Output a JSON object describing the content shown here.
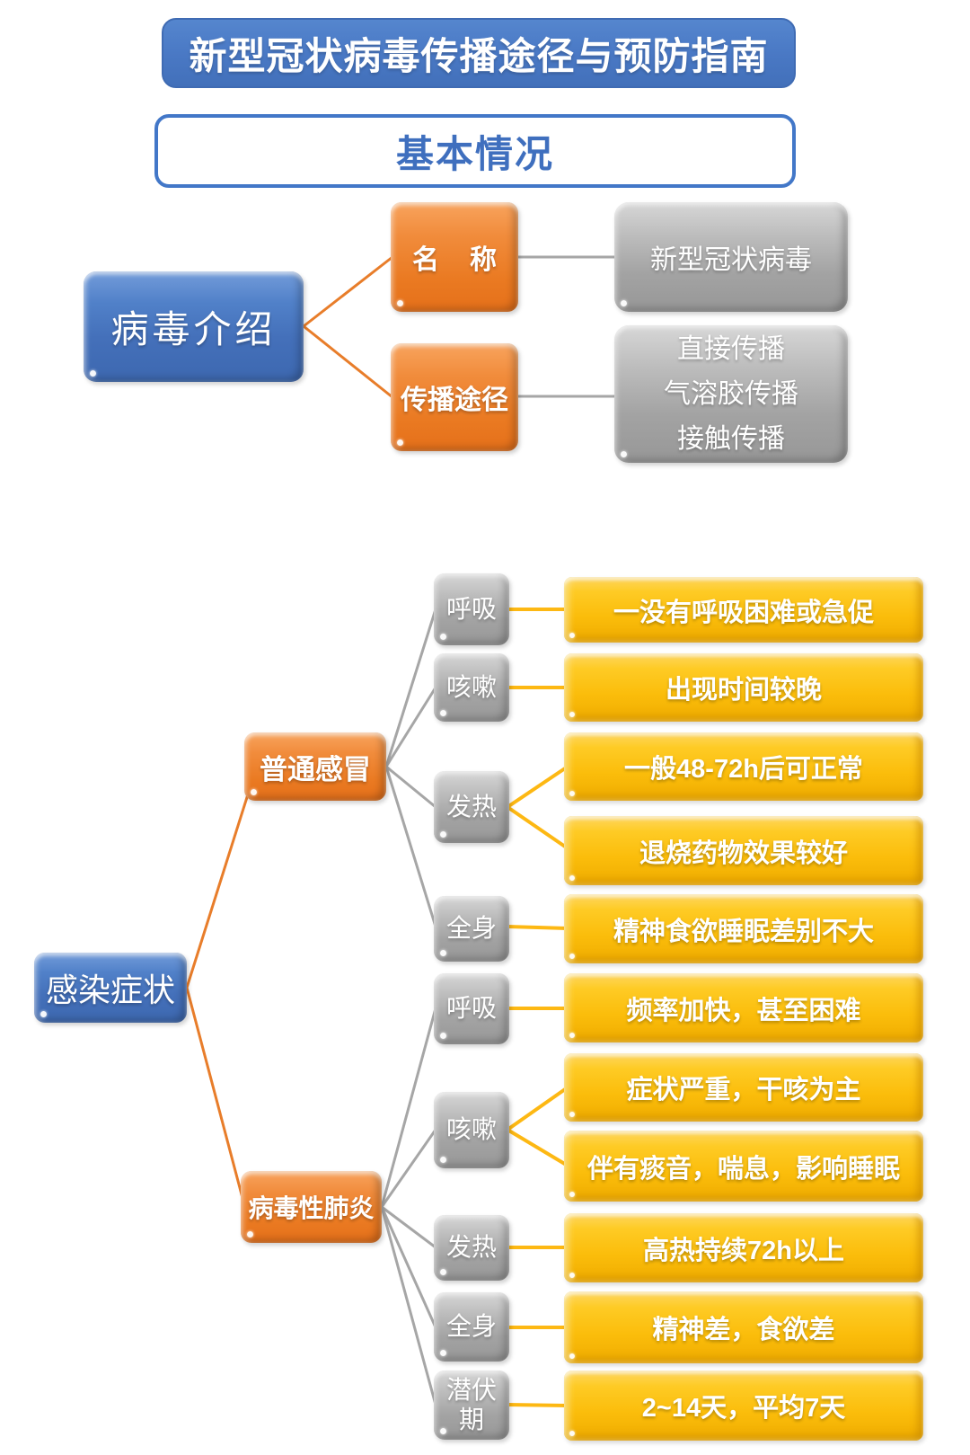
{
  "header": {
    "title": "新型冠状病毒传播途径与预防指南"
  },
  "section": {
    "label": "基本情况"
  },
  "palette": {
    "blue": "#4470ba",
    "orange": "#ed7d31",
    "gray": "#a6a6a6",
    "yellow": "#fdc00d",
    "connector_orange": "#e87d2a",
    "connector_gray": "#a6a6a6",
    "connector_yellow": "#fdb813",
    "section_border_blue": "#4277c8",
    "section_text_blue": "#3f6fbe"
  },
  "basic_info": {
    "root_label": "病毒介绍",
    "branches": [
      {
        "label_left": "名",
        "label_right": "称",
        "leaf_lines": [
          "新型冠状病毒"
        ]
      },
      {
        "label": "传播途径",
        "leaf_lines": [
          "直接传播",
          "气溶胶传播",
          "接触传播"
        ]
      }
    ]
  },
  "symptoms": {
    "root_label": "感染症状",
    "groups": [
      {
        "label": "普通感冒",
        "items": [
          {
            "category": "呼吸",
            "details": [
              "一没有呼吸困难或急促"
            ]
          },
          {
            "category": "咳嗽",
            "details": [
              "出现时间较晚"
            ]
          },
          {
            "category": "发热",
            "details": [
              "一般48-72h后可正常",
              "退烧药物效果较好"
            ]
          },
          {
            "category": "全身",
            "details": [
              "精神食欲睡眠差别不大"
            ]
          }
        ]
      },
      {
        "label": "病毒性肺炎",
        "items": [
          {
            "category": "呼吸",
            "details": [
              "频率加快，甚至困难"
            ]
          },
          {
            "category": "咳嗽",
            "details": [
              "症状严重，干咳为主",
              "伴有痰音，喘息，影响睡眠"
            ]
          },
          {
            "category": "发热",
            "details": [
              "高热持续72h以上"
            ]
          },
          {
            "category": "全身",
            "details": [
              "精神差，食欲差"
            ]
          },
          {
            "category": "潜伏期",
            "details": [
              "2~14天，平均7天"
            ]
          }
        ]
      }
    ]
  }
}
